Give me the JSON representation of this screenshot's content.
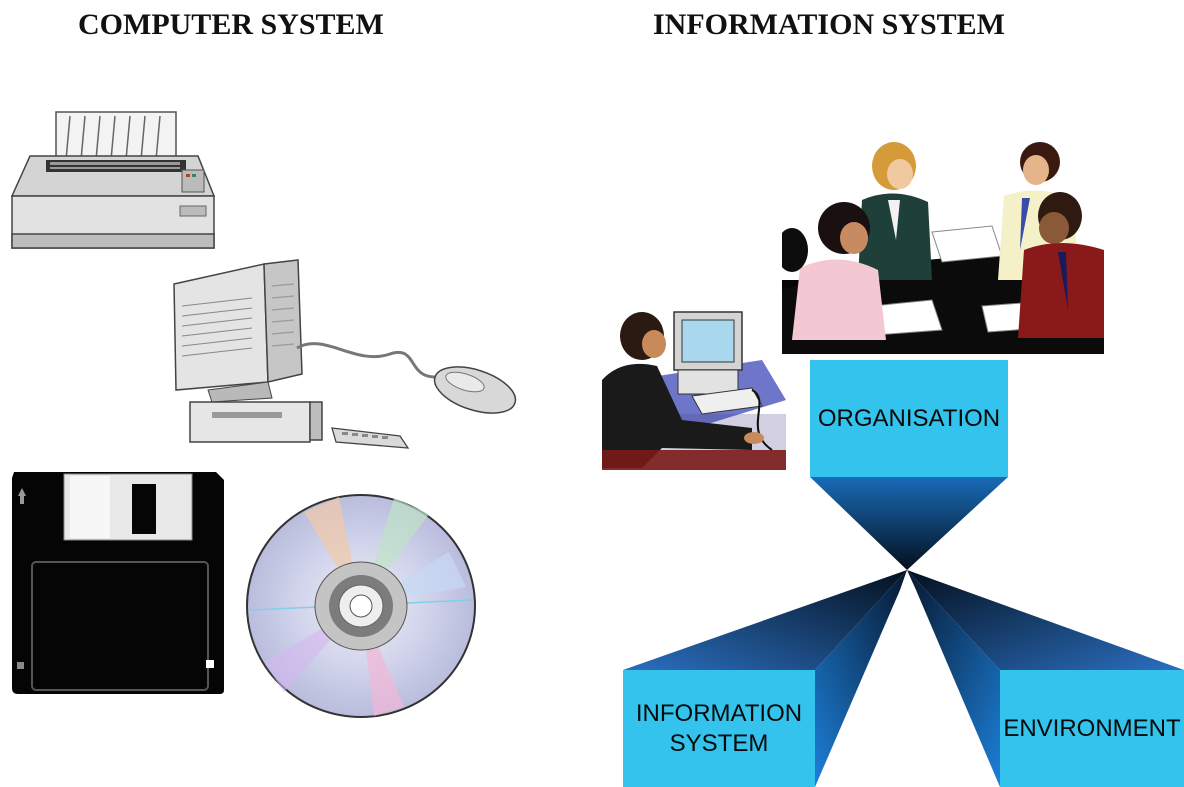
{
  "headings": {
    "left": "COMPUTER SYSTEM",
    "right": "INFORMATION SYSTEM"
  },
  "diagram": {
    "top_box": "ORGANISATION",
    "bottom_left_box": [
      "INFORMATION",
      "SYSTEM"
    ],
    "bottom_right_box": "ENVIRONMENT"
  },
  "illustrations": [
    "printer-icon",
    "computer-icon",
    "mouse-icon",
    "keyboard-icon",
    "floppy-disk-icon",
    "cd-icon",
    "computer-user-icon",
    "meeting-group-icon"
  ],
  "colors": {
    "box_fill": "#33c3ec",
    "beam_dark": "#06122a",
    "beam_mid": "#1a5da8"
  }
}
